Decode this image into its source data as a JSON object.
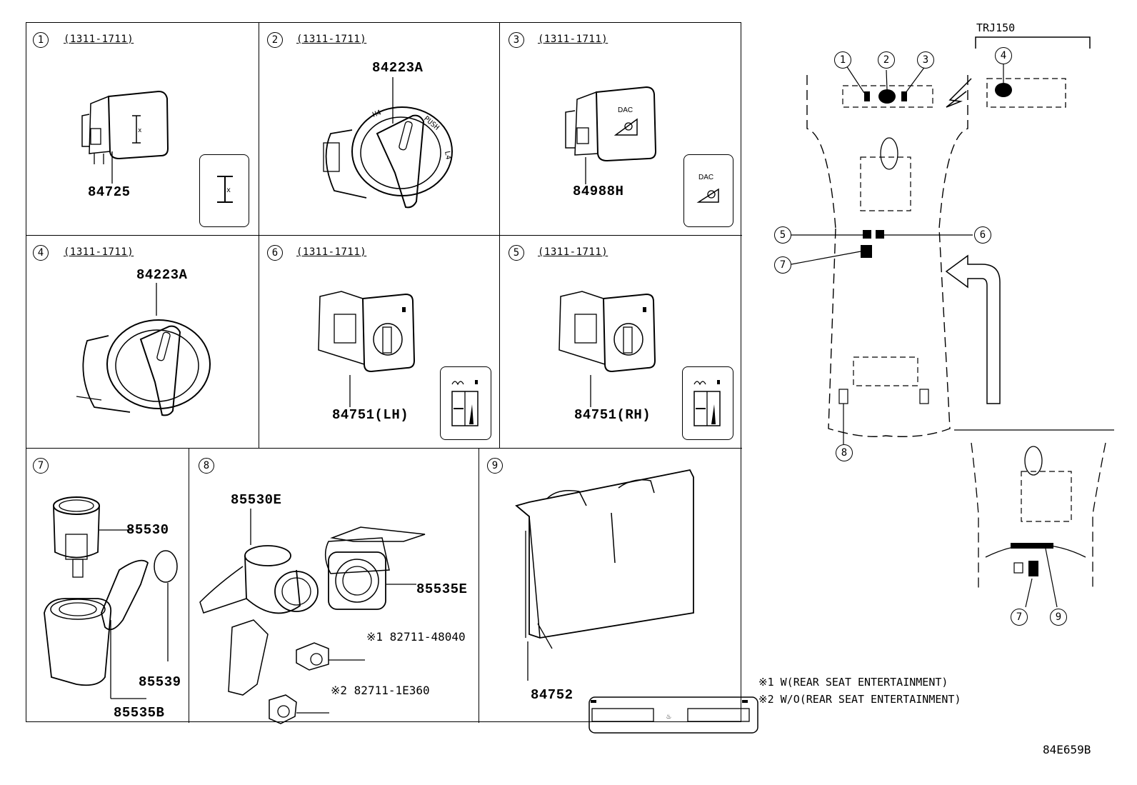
{
  "panels": [
    {
      "num": "1",
      "date": "(1311-1711)",
      "part": "84725"
    },
    {
      "num": "2",
      "date": "(1311-1711)",
      "part": "84223A"
    },
    {
      "num": "3",
      "date": "(1311-1711)",
      "part": "84988H",
      "icon_text": "DAC"
    },
    {
      "num": "4",
      "date": "(1311-1711)",
      "part": "84223A"
    },
    {
      "num": "6",
      "date": "(1311-1711)",
      "part": "84751(LH)"
    },
    {
      "num": "5",
      "date": "(1311-1711)",
      "part": "84751(RH)"
    },
    {
      "num": "7",
      "parts": [
        "85530",
        "85539",
        "85535B"
      ]
    },
    {
      "num": "8",
      "parts": [
        "85530E",
        "85535E",
        "※1 82711-48040",
        "※2 82711-1E360"
      ]
    },
    {
      "num": "9",
      "part": "84752"
    }
  ],
  "knob_labels": {
    "h4": "H4",
    "push": "PUSH",
    "l4": "L4"
  },
  "vehicle": {
    "model_label": "TRJ150",
    "callouts": [
      "1",
      "2",
      "3",
      "4",
      "5",
      "6",
      "7",
      "8",
      "7",
      "9"
    ]
  },
  "notes": [
    "※1 W(REAR SEAT ENTERTAINMENT)",
    "※2 W/O(REAR SEAT ENTERTAINMENT)"
  ],
  "diagram_code": "84E659B"
}
